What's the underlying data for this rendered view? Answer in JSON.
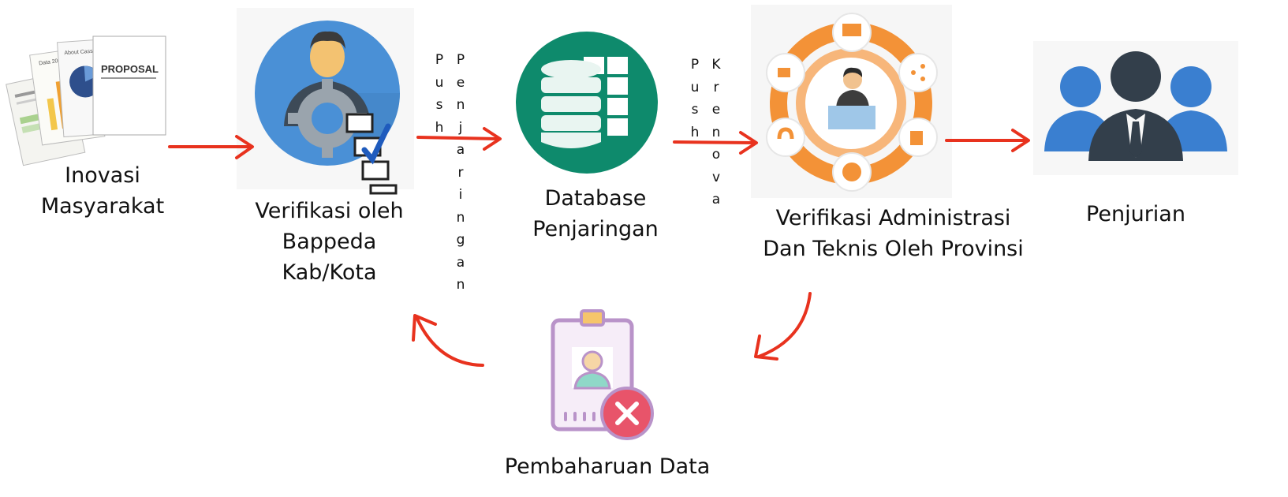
{
  "nodes": {
    "inovasi": {
      "lines": [
        "Inovasi",
        "Masyarakat"
      ]
    },
    "verifikasi_bappeda": {
      "lines": [
        "Verifikasi oleh",
        "Bappeda",
        "Kab/Kota"
      ]
    },
    "database": {
      "lines": [
        "Database",
        "Penjaringan"
      ]
    },
    "verifikasi_provinsi": {
      "lines": [
        "Verifikasi Administrasi",
        "Dan Teknis Oleh Provinsi"
      ]
    },
    "penjurian": {
      "lines": [
        "Penjurian"
      ]
    },
    "pembaharuan": {
      "lines": [
        "Pembaharuan Data"
      ]
    }
  },
  "proposal_doc": {
    "title": "PROPOSAL",
    "chart_title": "Data 2006",
    "pie_title": "About Cassan"
  },
  "edge_labels": {
    "push_penjaringan": [
      "Push",
      "Penjaringan"
    ],
    "push_krenova": [
      "Push",
      "Krenova"
    ]
  },
  "colors": {
    "arrow": "#e8321e",
    "bappeda_circle": "#4a90d6",
    "database_circle": "#0e8a6c",
    "provinsi_ring": "#f39237",
    "provinsi_ring_inner": "#f7b67a",
    "people_blue": "#3a7fd0",
    "people_dark": "#333f4b",
    "badge_purple": "#b993c9",
    "badge_red": "#e8546a"
  }
}
